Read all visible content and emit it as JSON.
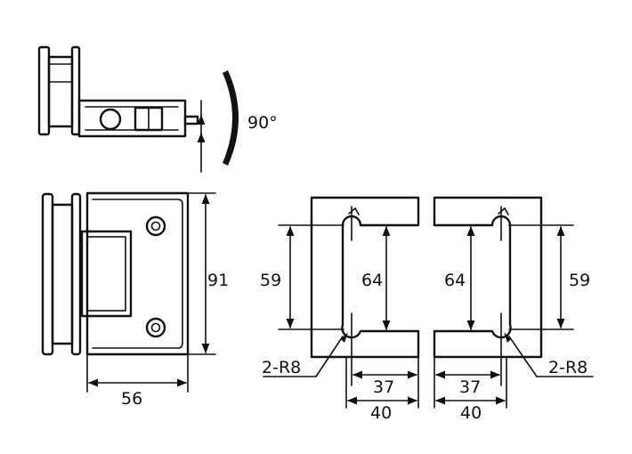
{
  "views": {
    "top": {
      "angle_label": "90°"
    },
    "front": {
      "height_label": "91",
      "width_label": "56"
    },
    "left_plate": {
      "hole_spacing_label": "59",
      "slot_height_label": "64",
      "radius_label": "2-R8",
      "inner_width_label": "37",
      "outer_width_label": "40"
    },
    "right_plate": {
      "hole_spacing_label": "59",
      "slot_height_label": "64",
      "radius_label": "2-R8",
      "inner_width_label": "37",
      "outer_width_label": "40"
    }
  },
  "colors": {
    "line": "#111111",
    "background": "#ffffff"
  }
}
